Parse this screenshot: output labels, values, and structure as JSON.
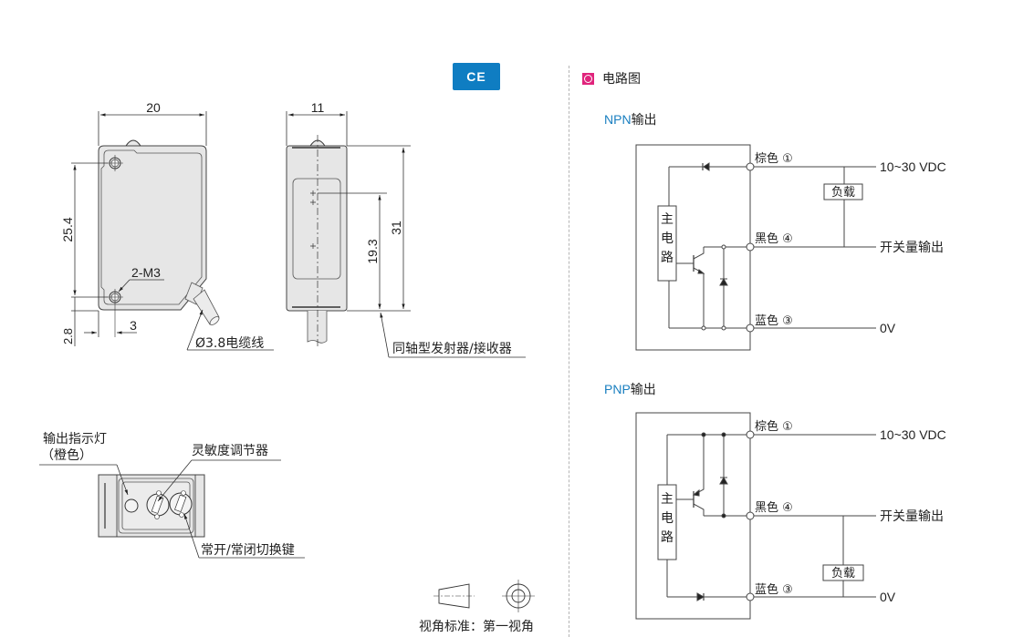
{
  "badge": {
    "label": "CE",
    "color": "#0f7dc2"
  },
  "front_view": {
    "width_dim": "20",
    "hole_pitch_dim": "25.4",
    "bottom_offset_dim": "2.8",
    "hole_offset_dim": "3",
    "hole_label": "2-M3",
    "cable_label": "Ø3.8电缆线"
  },
  "side_view": {
    "width_dim": "11",
    "height_dim": "31",
    "optical_axis_dim": "19.3",
    "emitter_label": "同轴型发射器/接收器"
  },
  "top_view": {
    "indicator_label_line1": "输出指示灯",
    "indicator_label_line2": "（橙色）",
    "sensitivity_label": "灵敏度调节器",
    "mode_switch_label": "常开/常闭切换键"
  },
  "projection": {
    "label": "视角标准：第一视角"
  },
  "circuit": {
    "section_title": "电路图",
    "marker_color": "#e0247c",
    "npn": {
      "title_prefix": "NPN",
      "title_suffix": "输出",
      "main_circuit": [
        "主",
        "电",
        "路"
      ],
      "wire_brown": "棕色 ①",
      "wire_black": "黑色 ④",
      "wire_blue": "蓝色 ③",
      "supply": "10~30 VDC",
      "output": "开关量输出",
      "ground": "0V",
      "load": "负载"
    },
    "pnp": {
      "title_prefix": "PNP",
      "title_suffix": "输出",
      "main_circuit": [
        "主",
        "电",
        "路"
      ],
      "wire_brown": "棕色 ①",
      "wire_black": "黑色 ④",
      "wire_blue": "蓝色 ③",
      "supply": "10~30 VDC",
      "output": "开关量输出",
      "ground": "0V",
      "load": "负载"
    }
  }
}
